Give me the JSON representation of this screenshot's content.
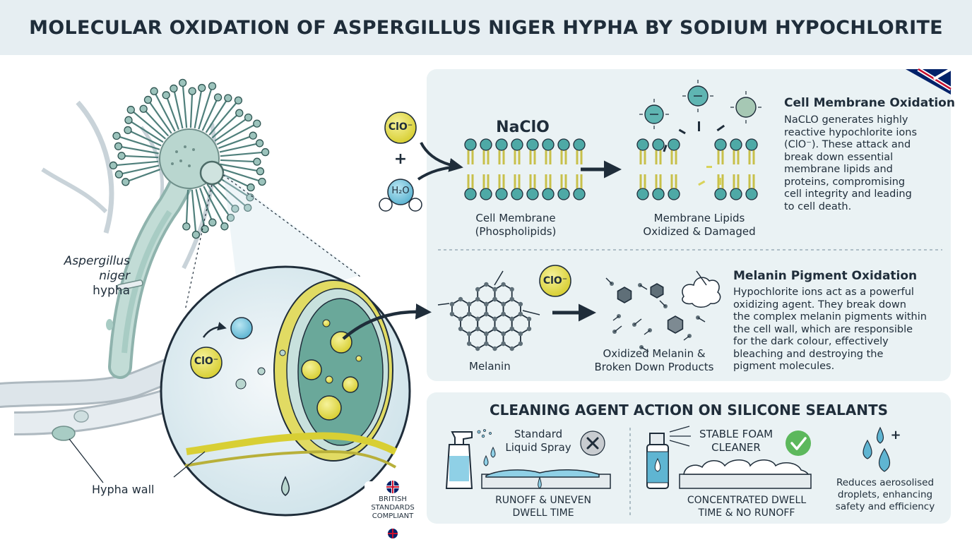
{
  "title": "MOLECULAR OXIDATION OF ASPERGILLUS NIGER HYPHA BY SODIUM HYPOCHLORITE",
  "left": {
    "hypha_label_italic": "Aspergillus niger",
    "hypha_label_rest": "hypha",
    "wall_label": "Hypha wall",
    "ion": "ClO⁻",
    "badge": [
      "BRITISH",
      "STANDARDS",
      "COMPLIANT"
    ]
  },
  "membrane": {
    "ion": "ClO⁻",
    "plus": "+",
    "water": "H₂O",
    "reagent": "NaClO",
    "before_label": [
      "Cell Membrane",
      "(Phospholipids)"
    ],
    "after_label": [
      "Membrane Lipids",
      "Oxidized & Damaged"
    ],
    "heading": "Cell Membrane Oxidation",
    "text": [
      "NaCLO generates highly",
      "reactive hypochlorite ions",
      "(ClO⁻). These attack and",
      "break down essential",
      "membrane lipids and",
      "proteins, compromising",
      "cell integrity and leading",
      "to cell death."
    ]
  },
  "melanin": {
    "ion": "ClO⁻",
    "before_label": "Melanin",
    "after_label": [
      "Oxidized Melanin &",
      "Broken Down Products"
    ],
    "heading": "Melanin Pigment Oxidation",
    "text": [
      "Hypochlorite ions act as a powerful",
      "oxidizing agent. They break down",
      "the complex melanin pigments within",
      "the cell wall, which are responsible",
      "for the dark colour, effectively",
      "bleaching and destroying the",
      "pigment molecules."
    ]
  },
  "cleaning": {
    "heading": "CLEANING AGENT ACTION ON SILICONE SEALANTS",
    "spray_label": [
      "Standard",
      "Liquid Spray"
    ],
    "spray_result": [
      "RUNOFF & UNEVEN",
      "DWELL TIME"
    ],
    "foam_label": [
      "STABLE FOAM",
      "CLEANER"
    ],
    "foam_result": [
      "CONCENTRATED DWELL",
      "TIME & NO RUNOFF"
    ],
    "benefit": [
      "Reduces aerosolised",
      "droplets, enhancing",
      "safety and efficiency"
    ],
    "plus": "+"
  },
  "colors": {
    "ion_yellow": "#e3dc4a",
    "teal": "#3e8e8e",
    "membrane_head": "#4ea9a6",
    "lipid_tail": "#d9d35a",
    "dark": "#1f2d3a",
    "panel": "#eaf2f4",
    "check_green": "#5cb85c",
    "cross_grey": "#c8ccd0",
    "bottle_blue": "#8fd0e6"
  },
  "icons": [
    "spray-bottle-icon",
    "foam-can-icon",
    "water-drops-icon",
    "check-icon",
    "cross-icon",
    "union-flag-icon"
  ]
}
